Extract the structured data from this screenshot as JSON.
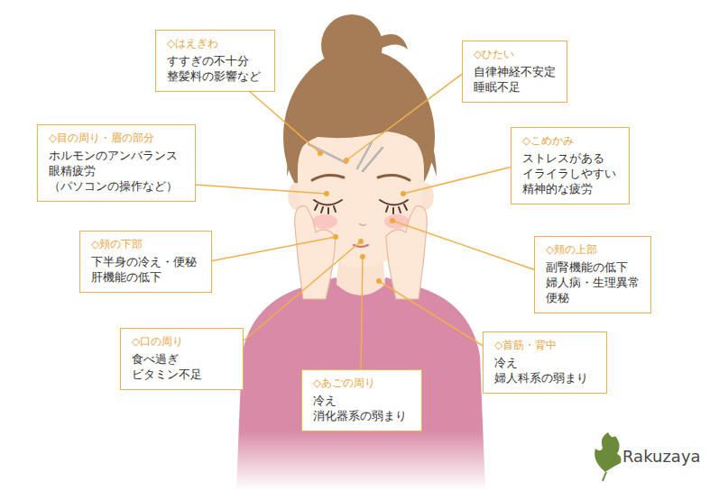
{
  "diagram": {
    "nodes": [
      {
        "text": [
          "◇はえぎわ",
          "すすぎの不十分 整髪料の影響など"
        ]
      },
      {
        "text": [
          "◇ひたい",
          "自律神経不安定 睡眠不足"
        ]
      },
      {
        "text": [
          "◇目の周り・眉の部分",
          "ホルモンのアンバランス 眼精疲労 （パソコンの操作など）"
        ]
      },
      {
        "text": [
          "◇こめかみ",
          "ストレスがある イライラしやすい 精神的な疲労"
        ]
      },
      {
        "text": [
          "◇頬の下部",
          "下半身の冷え・便秘 肝機能の低下"
        ]
      },
      {
        "text": [
          "◇頬の上部",
          "副腎機能の低下 婦人病・生理異常 便秘"
        ]
      },
      {
        "text": [
          "◇口の周り",
          "食べ過ぎ ビタミン不足"
        ]
      },
      {
        "text": [
          "◇首筋・背中",
          "冷え 婦人科系の弱まり"
        ]
      },
      {
        "text": [
          "◇あごの周り",
          "冷え 消化器系の弱まり"
        ]
      }
    ],
    "labels": [
      "Rakuzaya"
    ]
  }
}
